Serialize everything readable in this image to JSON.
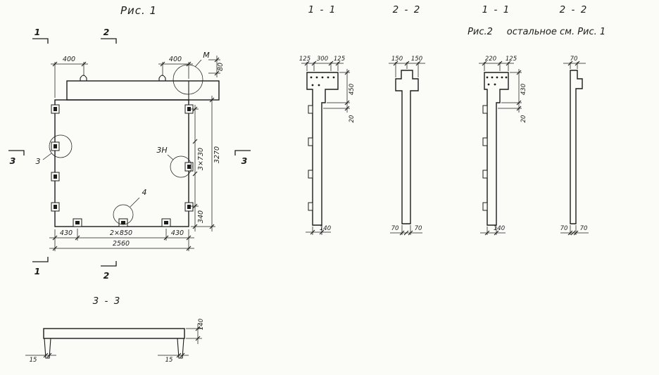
{
  "colors": {
    "ink": "#1c1c1c",
    "background": "#fbfbf8"
  },
  "fig1": {
    "title": "Рис. 1",
    "markers": {
      "s1": "1",
      "s2": "2",
      "s3": "3"
    },
    "details": {
      "d3": "3",
      "d3n": "3Н",
      "d4": "4",
      "dm": "М"
    },
    "dims": {
      "top_left_400": "400",
      "top_right_400": "400",
      "loop_80": "80",
      "height_3270": "3270",
      "spacing_3x730": "3×730",
      "bottom_340": "340",
      "bot_430_left": "430",
      "bot_2x850": "2×850",
      "bot_430_right": "430",
      "width_2560": "2560"
    }
  },
  "fig1_sec11": {
    "title": "1 - 1",
    "dims": {
      "d125_left": "125",
      "d300": "300",
      "d125_right": "125",
      "d450": "450",
      "d20": "20",
      "d140": "140"
    }
  },
  "fig1_sec22": {
    "title": "2 - 2",
    "dims": {
      "d150_left": "150",
      "d150_right": "150",
      "d70_left": "70",
      "d70_right": "70"
    }
  },
  "fig2": {
    "label": "Рис.2",
    "note": "остальное см. Рис. 1",
    "sec11": {
      "title": "1 - 1",
      "dims": {
        "d220": "220",
        "d125": "125",
        "d430": "430",
        "d20": "20",
        "d140": "140"
      }
    },
    "sec22": {
      "title": "2 - 2",
      "dims": {
        "d70_top": "70",
        "d70_left": "70",
        "d70_right": "70"
      }
    }
  },
  "sec33": {
    "title": "3 - 3",
    "dims": {
      "d140": "140",
      "d15_left": "15",
      "d15_right": "15"
    }
  }
}
